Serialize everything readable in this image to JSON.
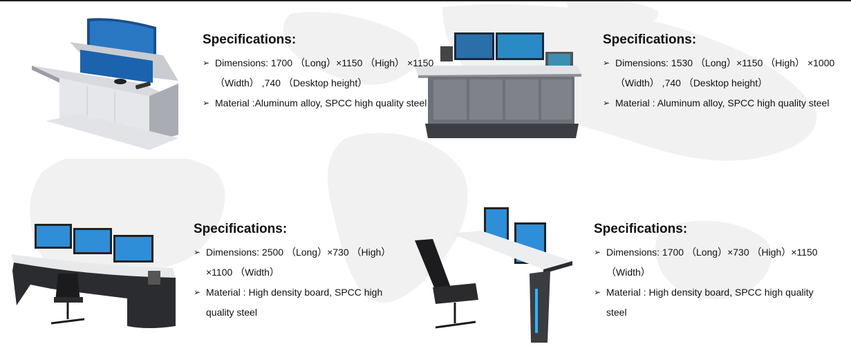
{
  "products": [
    {
      "heading": "Specifications:",
      "dimensions": "Dimensions: 1700 （Long）×1150 （High） ×1150 （Width） ,740 （Desktop height）",
      "material": "Material :Aluminum alloy, SPCC high quality steel"
    },
    {
      "heading": "Specifications:",
      "dimensions": "Dimensions: 1530 （Long）×1150 （High） ×1000 （Width） ,740 （Desktop height）",
      "material": "Material : Aluminum alloy, SPCC high quality steel"
    },
    {
      "heading": "Specifications:",
      "dimensions": "Dimensions: 2500 （Long）×730 （High） ×1100 （Width）",
      "material": "Material : High density board, SPCC high quality steel"
    },
    {
      "heading": "Specifications:",
      "dimensions": "Dimensions: 1700 （Long）×730 （High）×1150 （Width）",
      "material": "Material : High density board, SPCC high quality steel"
    }
  ],
  "bullet_glyph": "➢",
  "colors": {
    "map": "#f0f0f0",
    "console_panel": "#b8bcc2",
    "screen": "#1f6fb8",
    "chair": "#1e1e1e"
  }
}
